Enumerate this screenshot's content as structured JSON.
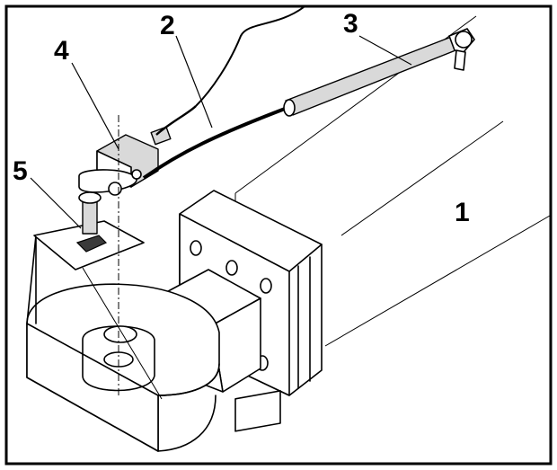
{
  "figure": {
    "callouts": [
      {
        "id": "tractor-frame",
        "label": "1"
      },
      {
        "id": "cable",
        "label": "2"
      },
      {
        "id": "lever-rod",
        "label": "3"
      },
      {
        "id": "sensor",
        "label": "4"
      },
      {
        "id": "bracket",
        "label": "5"
      }
    ],
    "colors": {
      "ink": "#000000",
      "background": "#ffffff",
      "shade": "#d9d9d9"
    }
  }
}
